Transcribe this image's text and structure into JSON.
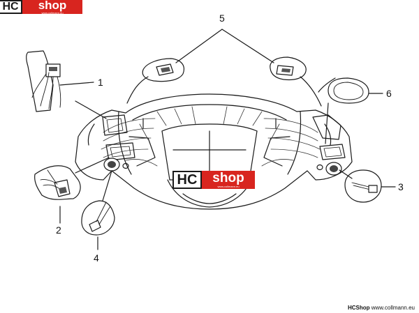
{
  "logo": {
    "hc": "HC",
    "shop": "shop",
    "sub": "www.collmann.eu"
  },
  "callouts": [
    "1",
    "2",
    "3",
    "4",
    "5",
    "6"
  ],
  "footer": {
    "brand": "HCShop",
    "url": "www.collmann.eu"
  },
  "colors": {
    "logo_red": "#d8251f",
    "line": "#1a1a1a"
  }
}
